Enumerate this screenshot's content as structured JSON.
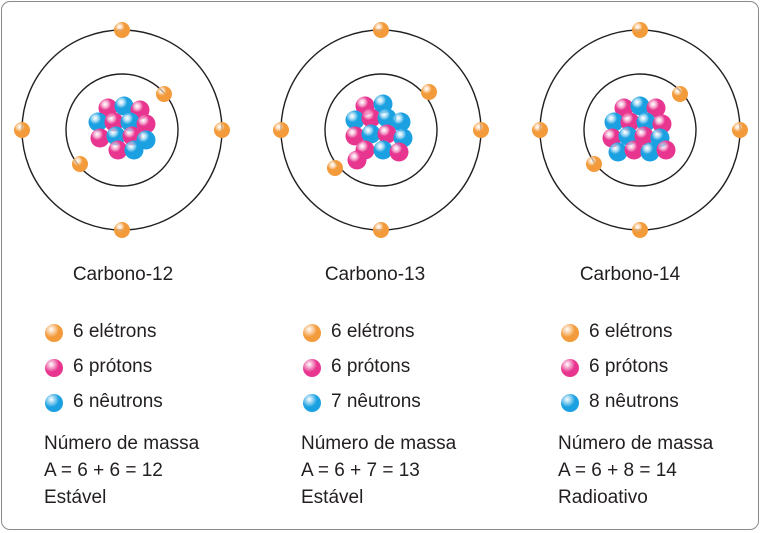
{
  "colors": {
    "electron": "#f39a3a",
    "proton": "#e8358f",
    "neutron": "#1ba1e2",
    "orbit": "#231f20"
  },
  "isotopes": [
    {
      "title": "Carbono-12",
      "electrons_label": "6 elétrons",
      "protons_label": "6 prótons",
      "neutrons_label": "6 nêutrons",
      "mass_heading": "Número de massa",
      "mass_equation": "A = 6 + 6 = 12",
      "stability": "Estável",
      "protons": 6,
      "neutrons": 6
    },
    {
      "title": "Carbono-13",
      "electrons_label": "6 elétrons",
      "protons_label": "6 prótons",
      "neutrons_label": "7 nêutrons",
      "mass_heading": "Número de massa",
      "mass_equation": "A = 6 + 7 = 13",
      "stability": "Estável",
      "protons": 6,
      "neutrons": 7
    },
    {
      "title": "Carbono-14",
      "electrons_label": "6 elétrons",
      "protons_label": "6 prótons",
      "neutrons_label": "8 nêutrons",
      "mass_heading": "Número de massa",
      "mass_equation": "A = 6 + 8 = 14",
      "stability": "Radioativo",
      "protons": 6,
      "neutrons": 8
    }
  ]
}
